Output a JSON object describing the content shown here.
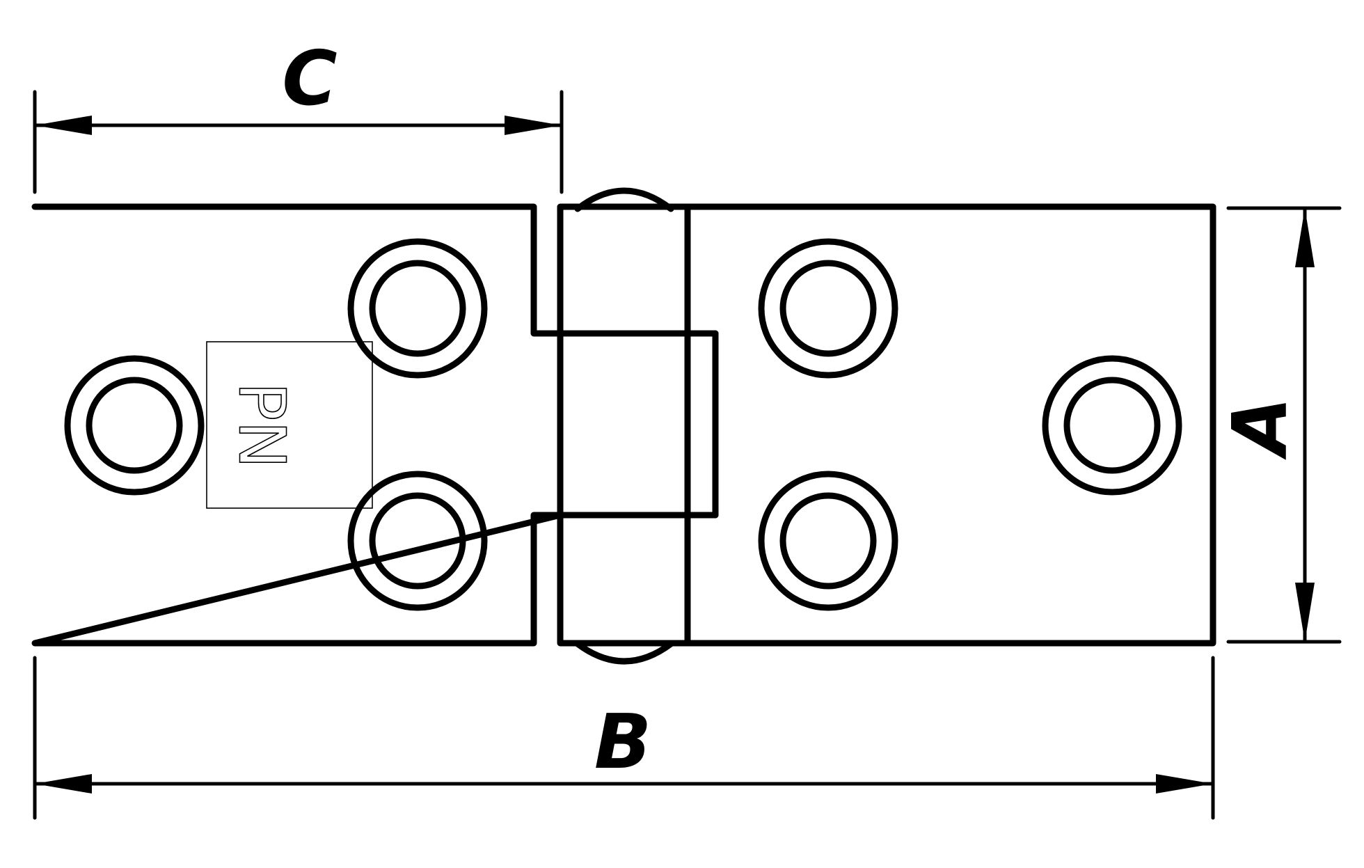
{
  "dimensions": {
    "a_label": "A",
    "b_label": "B",
    "c_label": "C"
  },
  "stamp": {
    "text": "PN"
  }
}
